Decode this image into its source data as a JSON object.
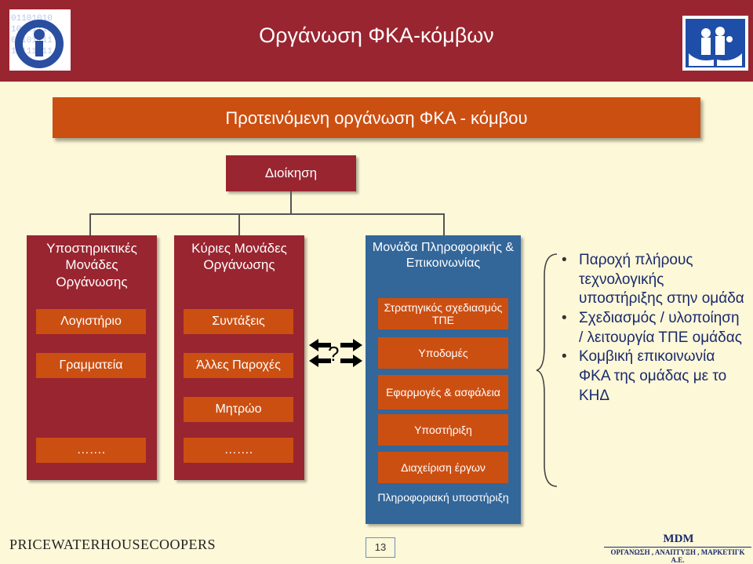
{
  "header": {
    "title": "Οργάνωση ΦΚΑ-κόμβων",
    "subtitle": "Προτεινόμενη οργάνωση ΦΚΑ - κόμβου"
  },
  "diagram": {
    "root": "Διοίκηση",
    "col1": {
      "title": "Υποστηρικτικές Μονάδες Οργάνωσης",
      "items": [
        "Λογιστήριο",
        "Γραμματεία",
        "……."
      ]
    },
    "col2": {
      "title": "Κύριες Μονάδες Οργάνωσης",
      "items": [
        "Συντάξεις",
        "Άλλες Παροχές",
        "Μητρώο",
        "……."
      ]
    },
    "connector_label": "?",
    "col3": {
      "title": "Μονάδα Πληροφορικής & Επικοινωνίας",
      "items": [
        "Στρατηγικός σχεδιασμός ΤΠΕ",
        "Υποδομές",
        "Εφαρμογές & ασφάλεια",
        "Υποστήριξη",
        "Διαχείριση έργων",
        "Πληροφοριακή υποστήριξη"
      ]
    }
  },
  "bullets": [
    "Παροχή πλήρους τεχνολογικής υποστήριξης στην ομάδα",
    "Σχεδιασμός / υλοποίηση / λειτουργία ΤΠΕ ομάδας",
    "Κομβική επικοινωνία ΦΚΑ της ομάδας με το ΚΗΔ"
  ],
  "footer": {
    "left": "PRICEWATERHOUSECOOPERS",
    "page_number": "13",
    "right_title": "MDM",
    "right_subtitle": "ΟΡΓΑΝΩΣΗ , ΑΝΑΠΤΥΞΗ , ΜΑΡΚΕΤΙΓΚ Α.Ε."
  },
  "colors": {
    "header": "#992530",
    "accent": "#cc4f12",
    "info_unit": "#336699",
    "background": "#fdf8d8"
  }
}
